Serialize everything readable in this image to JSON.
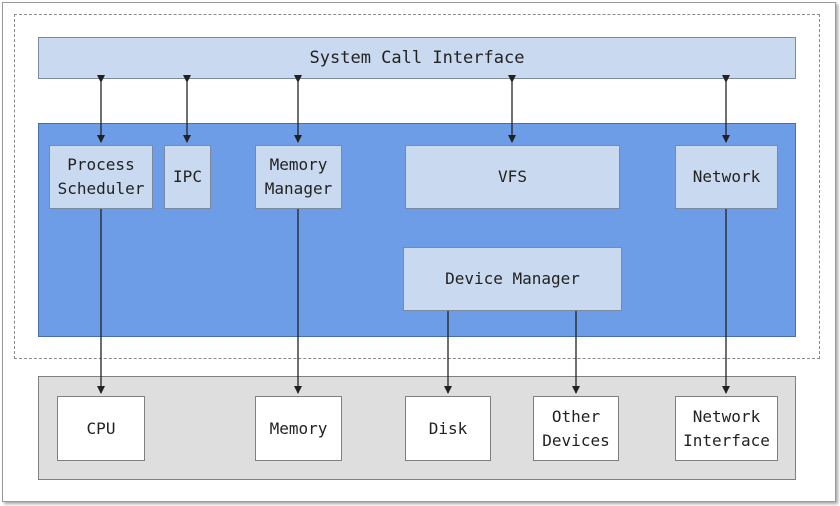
{
  "system_call": {
    "label": "System Call Interface"
  },
  "kernel": {
    "process_scheduler": "Process\nScheduler",
    "ipc": "IPC",
    "memory_manager": "Memory\nManager",
    "vfs": "VFS",
    "network": "Network",
    "device_manager": "Device Manager"
  },
  "hardware": {
    "cpu": "CPU",
    "memory": "Memory",
    "disk": "Disk",
    "other_devices": "Other\nDevices",
    "network_interface": "Network\nInterface"
  },
  "colors": {
    "kernel_fill": "#6d9de6",
    "module_fill": "#c9d9ef",
    "hardware_fill": "#dedede",
    "line": "#222222"
  }
}
